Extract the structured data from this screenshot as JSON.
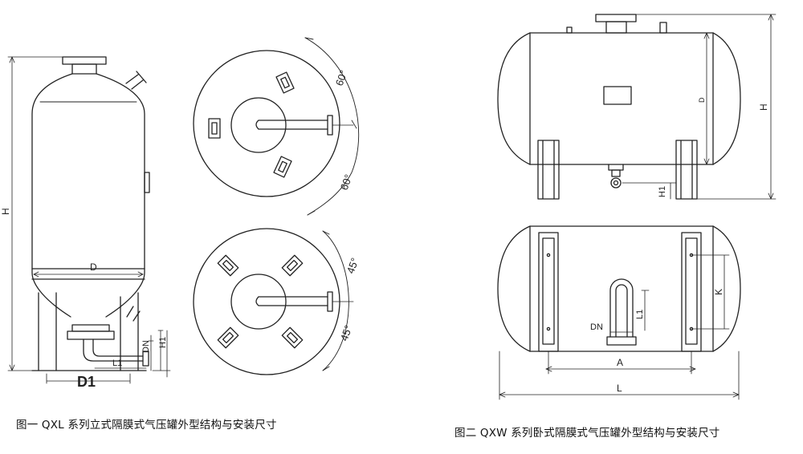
{
  "figure1": {
    "caption": "图一   QXL  系列立式隔膜式气压罐外型结构与安装尺寸",
    "labels": {
      "H": "H",
      "D": "D",
      "D1": "D1",
      "DN": "DN",
      "H1": "H1",
      "L1": "L1"
    },
    "angles_top": [
      "60°",
      "60°"
    ],
    "angles_bottom": [
      "45°",
      "45°"
    ]
  },
  "figure2": {
    "caption": "图二   QXW  系列卧式隔膜式气压罐外型结构与安装尺寸",
    "labels": {
      "H": "H",
      "D": "D",
      "H1": "H1",
      "K": "K",
      "DN": "DN",
      "L1": "L1",
      "A": "A",
      "L": "L"
    }
  },
  "colors": {
    "line": "#222222",
    "background": "#ffffff"
  }
}
